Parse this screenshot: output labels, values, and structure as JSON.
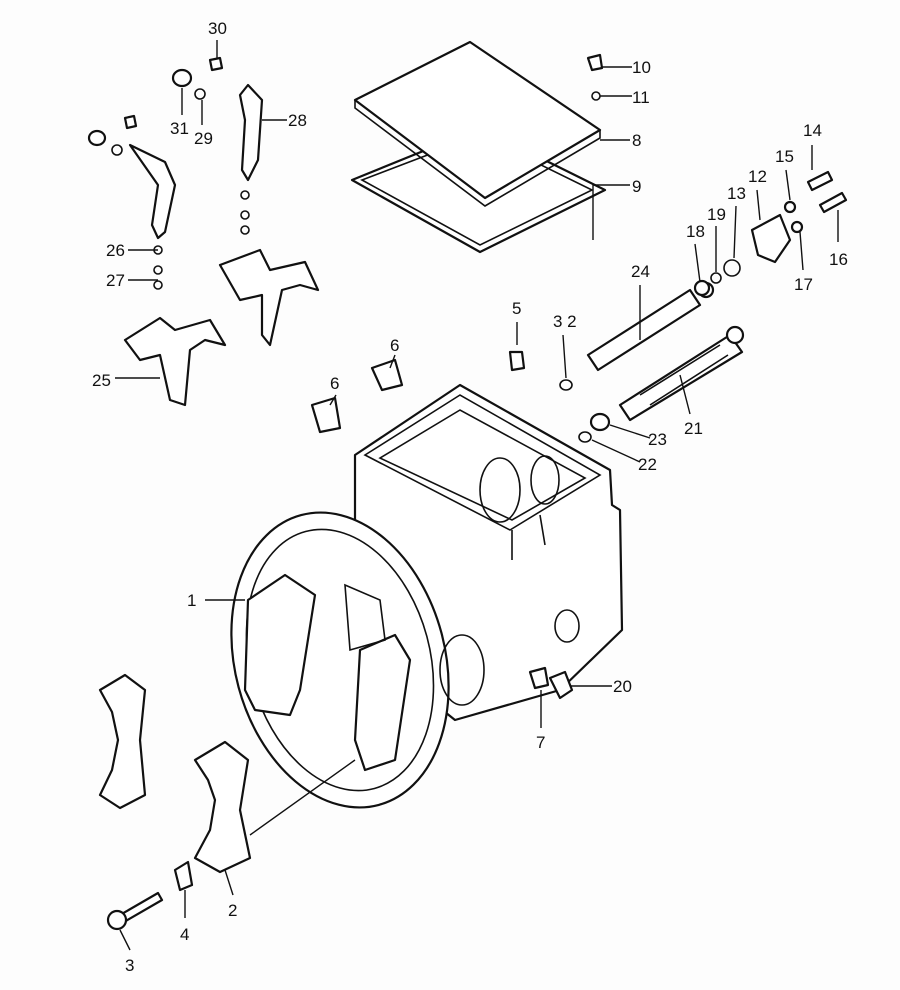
{
  "diagram": {
    "type": "exploded parts diagram - transmission case",
    "callouts": [
      "30",
      "31",
      "29",
      "28",
      "26",
      "27",
      "25",
      "10",
      "11",
      "8",
      "9",
      "14",
      "15",
      "12",
      "13",
      "19",
      "18",
      "16",
      "17",
      "24",
      "5",
      "3 2",
      "6",
      "6",
      "21",
      "23",
      "22",
      "1",
      "20",
      "7",
      "2",
      "4",
      "3"
    ]
  }
}
